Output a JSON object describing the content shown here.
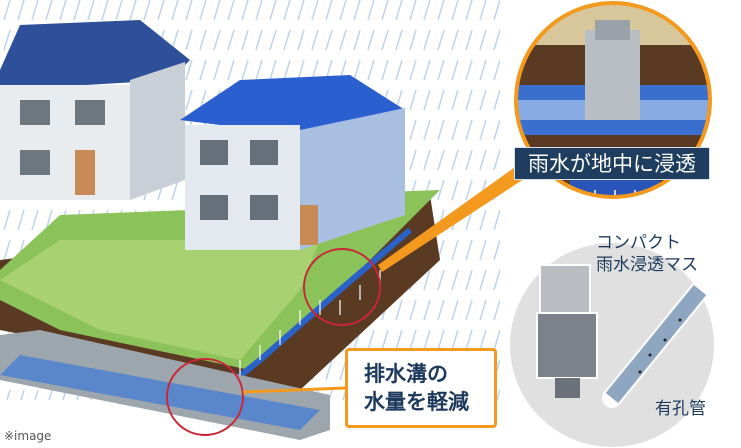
{
  "labels": {
    "infiltration": "雨水が地中に浸透",
    "compact_basin_line1": "コンパクト",
    "compact_basin_line2": "雨水浸透マス",
    "perforated_pipe": "有孔管",
    "callout_line1": "排水溝の",
    "callout_line2": "水量を軽減",
    "note": "※image"
  },
  "colors": {
    "accent_orange": "#f39a1e",
    "highlight_red": "#c8283a",
    "navy": "#1f3d5e",
    "water_blue": "#2a62c8",
    "grass": "#8cc25a",
    "soil": "#5a3a22"
  }
}
